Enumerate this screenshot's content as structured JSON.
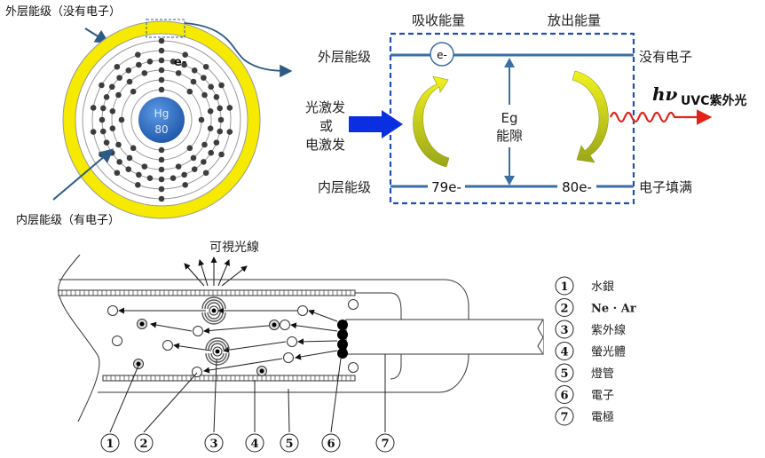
{
  "atom": {
    "outer_level_label": "外层能级（没有电子）",
    "inner_level_label": "内层能级（有电子）",
    "nucleus_symbol": "Hg",
    "nucleus_number": "80",
    "electron_label": "e-",
    "shell_electron_counts": [
      2,
      8,
      18,
      32,
      18,
      2
    ],
    "colors": {
      "ring": "#f5ea00",
      "nucleus": "#2e6fc9",
      "electron": "#3d3d3d",
      "arrow": "#2b5b86"
    }
  },
  "energy_diagram": {
    "absorb_label": "吸收能量",
    "emit_label": "放出能量",
    "outer_level": "外层能级",
    "inner_level": "内层能级",
    "no_electron": "没有电子",
    "filled": "电子填满",
    "excitation_line1": "光激发",
    "excitation_line2": "或",
    "excitation_line3": "电激发",
    "gap_symbol": "Eg",
    "gap_label": "能隙",
    "excited_electron": "e-",
    "inner_count_before": "79e-",
    "inner_count_after": "80e-",
    "photon_symbol": "hν",
    "photon_label": "UVC紫外光",
    "colors": {
      "box": "#1f4fb4",
      "level": "#3a6ea5",
      "excite_arrow": "#0a2fe0",
      "curve_arrow": "#d9e21a",
      "photon": "#e2231a"
    }
  },
  "lamp": {
    "visible_light_label": "可視光線",
    "callouts": [
      "1",
      "2",
      "3",
      "4",
      "5",
      "6",
      "7"
    ],
    "legend": [
      {
        "num": "1",
        "label": "水銀"
      },
      {
        "num": "2",
        "label": "Ne · Ar"
      },
      {
        "num": "3",
        "label": "紫外線"
      },
      {
        "num": "4",
        "label": "螢光體"
      },
      {
        "num": "5",
        "label": "燈管"
      },
      {
        "num": "6",
        "label": "電子"
      },
      {
        "num": "7",
        "label": "電極"
      }
    ]
  }
}
